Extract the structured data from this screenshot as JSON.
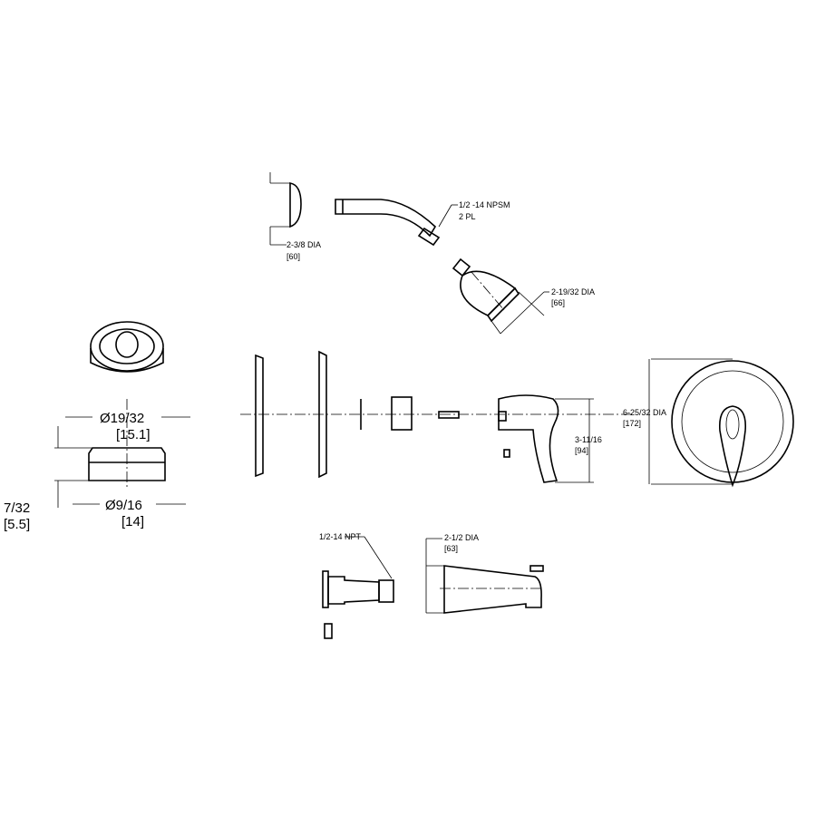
{
  "labels": {
    "escutcheon_dia": "2-3/8  DIA",
    "escutcheon_dia_mm": "[60]",
    "arm_thread": "1/2  -14  NPSM",
    "arm_thread_qty": "2  PL",
    "head_dia": "2-19/32  DIA",
    "head_dia_mm": "[66]",
    "handle_height": "3-11/16",
    "handle_height_mm": "[94]",
    "trim_dia": "6-25/32  DIA",
    "trim_dia_mm": "[172]",
    "spout_thread": "1/2-14  NPT",
    "spout_dia": "2-1/2  DIA",
    "spout_dia_mm": "[63]",
    "insert_top_dia": "Ø19/32",
    "insert_top_dia_mm": "[15.1]",
    "insert_height": "7/32",
    "insert_height_mm": "[5.5]",
    "insert_bottom_dia": "Ø9/16",
    "insert_bottom_dia_mm": "[14]"
  }
}
